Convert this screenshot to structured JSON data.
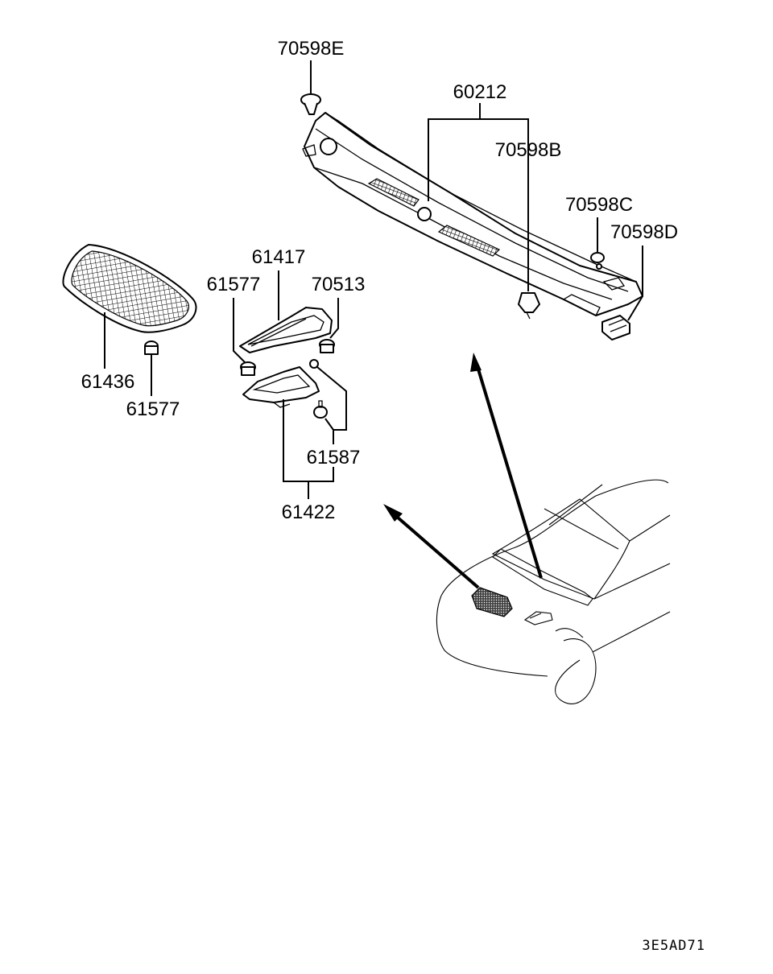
{
  "diagram": {
    "drawing_code": "3E5AD71",
    "parts": {
      "p70598e": "70598E",
      "p60212": "60212",
      "p70598b": "70598B",
      "p70598c": "70598C",
      "p70598d": "70598D",
      "p61417": "61417",
      "p61577_a": "61577",
      "p70513": "70513",
      "p61436": "61436",
      "p61577_b": "61577",
      "p61587": "61587",
      "p61422": "61422"
    }
  }
}
